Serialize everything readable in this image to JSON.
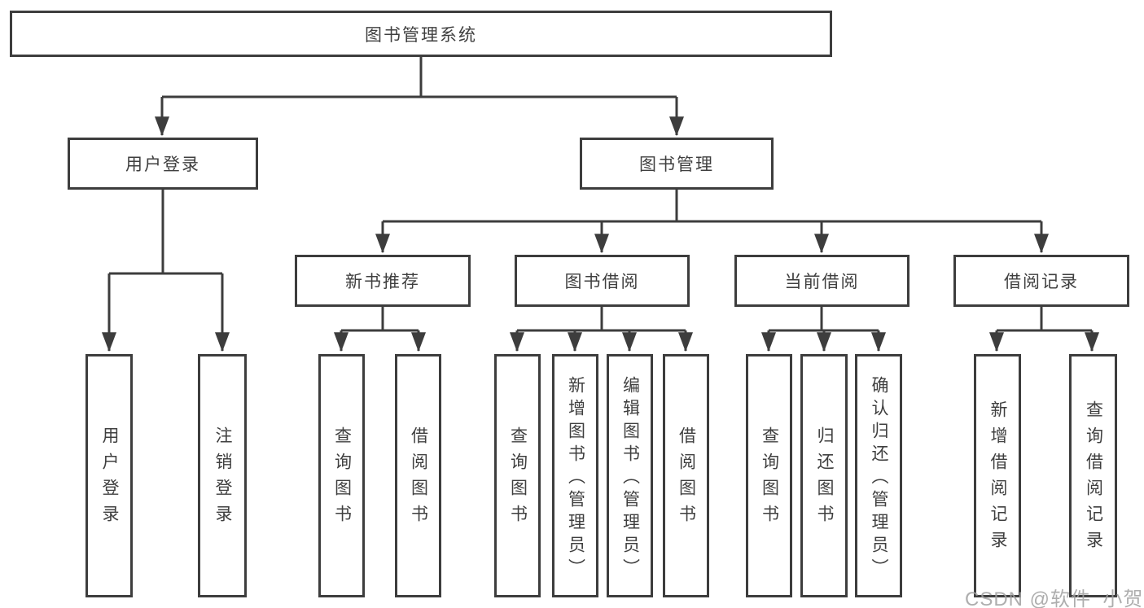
{
  "tree": {
    "root": {
      "label": "图书管理系统"
    },
    "branches": [
      {
        "label": "用户登录",
        "children": [
          {
            "label": "用户登录"
          },
          {
            "label": "注销登录"
          }
        ]
      },
      {
        "label": "图书管理",
        "children": [
          {
            "label": "新书推荐",
            "children": [
              {
                "label": "查询图书"
              },
              {
                "label": "借阅图书"
              }
            ]
          },
          {
            "label": "图书借阅",
            "children": [
              {
                "label": "查询图书"
              },
              {
                "label": "新增图书（管理员）"
              },
              {
                "label": "编辑图书（管理员）"
              },
              {
                "label": "借阅图书"
              }
            ]
          },
          {
            "label": "当前借阅",
            "children": [
              {
                "label": "查询图书"
              },
              {
                "label": "归还图书"
              },
              {
                "label": "确认归还（管理员）"
              }
            ]
          },
          {
            "label": "借阅记录",
            "children": [
              {
                "label": "新增借阅记录"
              },
              {
                "label": "查询借阅记录"
              }
            ]
          }
        ]
      }
    ]
  },
  "watermark": "CSDN @软件_小贺同学",
  "colors": {
    "line": "#3d3d3d",
    "text": "#3f3f3f",
    "watermark": "#a0a0a0",
    "background": "#ffffff"
  }
}
